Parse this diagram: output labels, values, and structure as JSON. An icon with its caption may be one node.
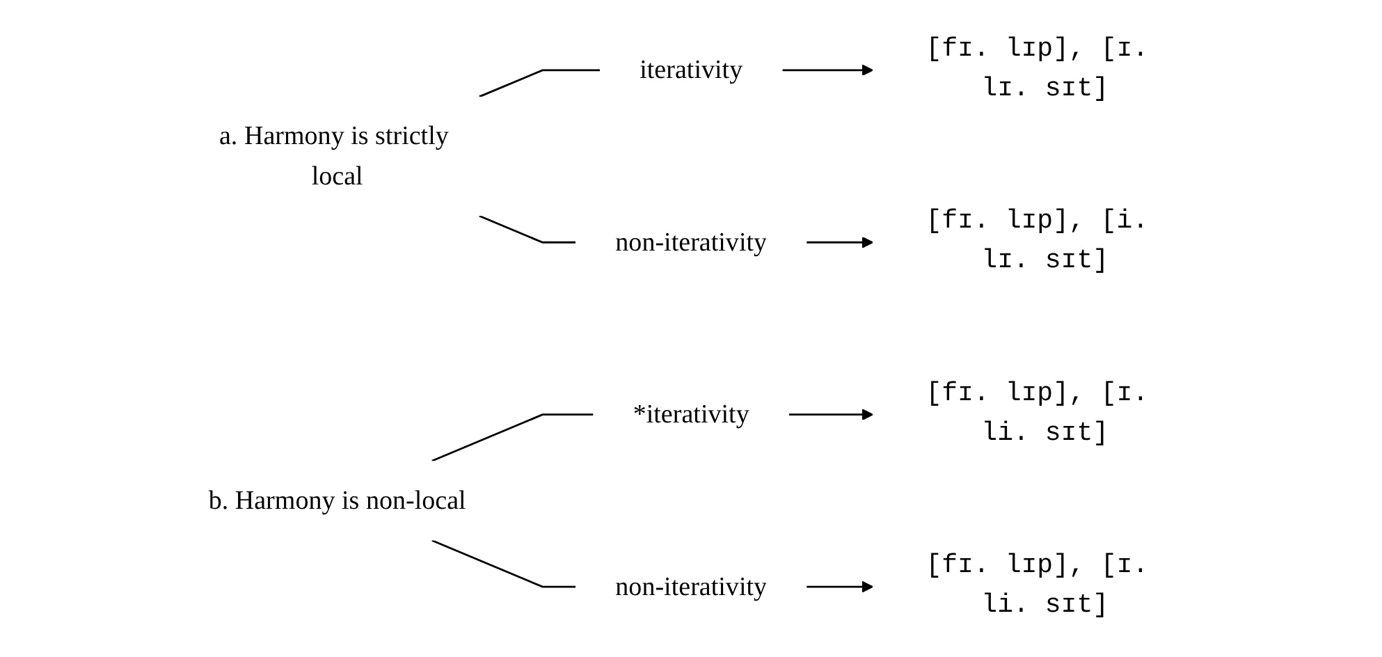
{
  "diagram": {
    "nodes": [
      {
        "text": [
          "a. Harmony is strictly local"
        ]
      },
      {
        "text": [
          "iterativity"
        ]
      },
      {
        "text": [
          "[fɪ. lɪp], [ɪ. lɪ. sɪt]"
        ]
      },
      {
        "text": [
          "non-iterativity"
        ]
      },
      {
        "text": [
          "[fɪ. lɪp], [i. lɪ. sɪt]"
        ]
      },
      {
        "text": [
          "b. Harmony is non-local"
        ]
      },
      {
        "text": [
          "*iterativity"
        ]
      },
      {
        "text": [
          "[fɪ. lɪp], [ɪ. li. sɪt]"
        ]
      },
      {
        "text": [
          "non-iterativity"
        ]
      },
      {
        "text": [
          "[fɪ. lɪp], [ɪ. li. sɪt]"
        ]
      }
    ],
    "edges": [
      {
        "from": 0,
        "to": 1,
        "arrow": "none"
      },
      {
        "from": 1,
        "to": 2,
        "arrow": "to"
      },
      {
        "from": 0,
        "to": 3,
        "arrow": "none"
      },
      {
        "from": 3,
        "to": 4,
        "arrow": "to"
      },
      {
        "from": 5,
        "to": 6,
        "arrow": "none"
      },
      {
        "from": 6,
        "to": 7,
        "arrow": "to"
      },
      {
        "from": 5,
        "to": 8,
        "arrow": "none"
      },
      {
        "from": 8,
        "to": 9,
        "arrow": "to"
      }
    ]
  }
}
